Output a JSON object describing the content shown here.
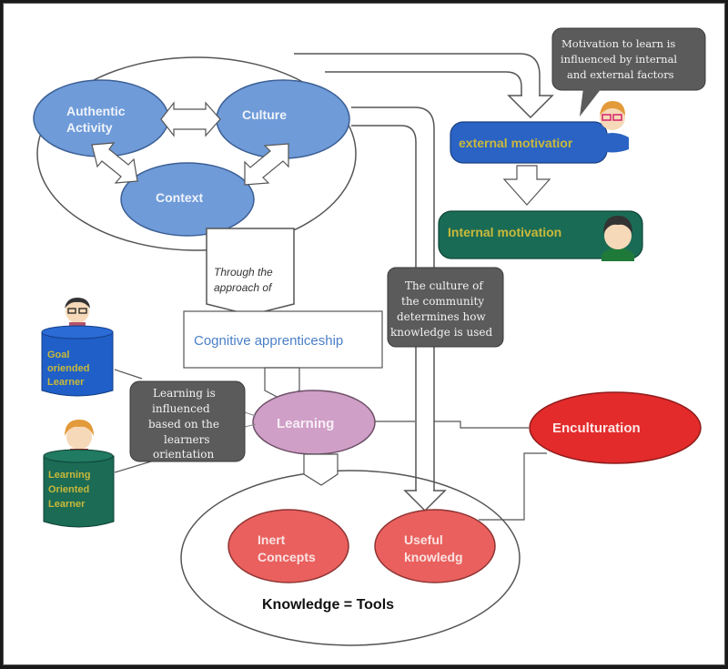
{
  "diagram": {
    "title": "Situated cognition / cognitive apprenticeship concept map",
    "colors": {
      "context_blue": "#6f9bd8",
      "context_blue_stroke": "#3c5f94",
      "ext_motivation": "#2a63c4",
      "int_motivation": "#1a6b55",
      "motivation_text": "#c9b93a",
      "learning_pink": "#cf9fc7",
      "enculturation_red": "#e32b2b",
      "knowledge_red": "#e9605e",
      "callout_gray": "#5b5b5b",
      "cognitive_text": "#4a7fc8",
      "learner_blue": "#1f5fc7",
      "learner_green": "#1b6b55",
      "learner_text": "#c9b93a"
    },
    "nodes": {
      "authentic_activity": [
        "Authentic",
        "Activity"
      ],
      "culture": "Culture",
      "context": "Context",
      "through_the_approach": [
        "Through the",
        "approach of"
      ],
      "cognitive_apprenticeship": "Cognitive apprenticeship",
      "learning": "Learning",
      "enculturation": "Enculturation",
      "inert_concepts": [
        "Inert",
        "Concepts"
      ],
      "useful_knowledge": [
        "Useful",
        "knowledg"
      ],
      "knowledge_tools": "Knowledge = Tools",
      "external_motivation": "external motivatior",
      "internal_motivation": "Internal motivation",
      "goal_oriented_learner": [
        "Goal",
        "oriended",
        "Learner"
      ],
      "learning_oriented_learner": [
        "Learning",
        "Oriented",
        "Learner"
      ]
    },
    "callouts": {
      "motivation": [
        "Motivation to learn is",
        "influenced by internal",
        "and external factors"
      ],
      "culture_community": [
        "The culture of",
        "the community",
        "determines  how",
        "knowledge is used"
      ],
      "learner_orientation": [
        "Learning is",
        "influenced",
        "based on the",
        "learners",
        "orientation"
      ]
    },
    "icons": {
      "ext_person": "person-with-glasses-icon",
      "int_person": "person-icon",
      "goal_person": "person-with-glasses-icon",
      "learning_person": "person-icon"
    }
  }
}
